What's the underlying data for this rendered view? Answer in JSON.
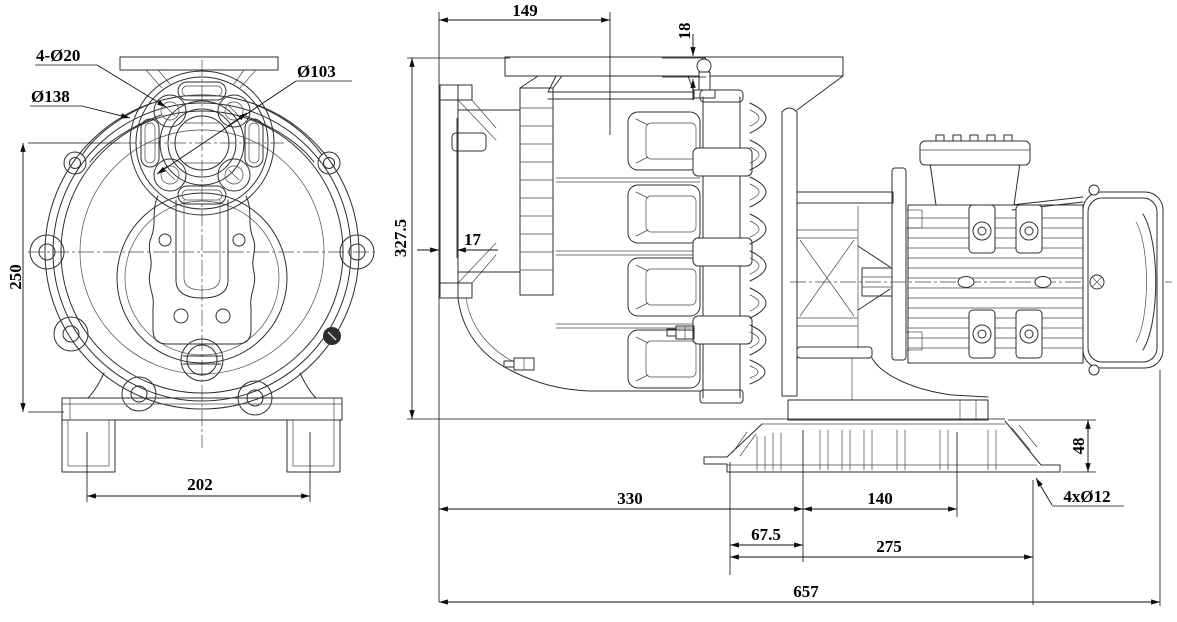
{
  "drawing_title": "pump-two-view-dimension-drawing",
  "front_view": {
    "labels": {
      "bolt_holes": "4-Ø20",
      "flange_diameter": "Ø138",
      "port_diameter": "Ø103"
    },
    "dimensions": {
      "center_height": "250",
      "foot_spacing": "202"
    }
  },
  "side_view": {
    "dimensions": {
      "lid_length": "149",
      "lid_lip_height": "18",
      "overall_height": "327.5",
      "flange_thickness": "17",
      "front_span": "330",
      "rear_foot_span": "140",
      "base_offset": "67.5",
      "base_hole_span": "275",
      "overall_length": "657",
      "base_height": "48",
      "base_holes": "4xØ12"
    }
  }
}
